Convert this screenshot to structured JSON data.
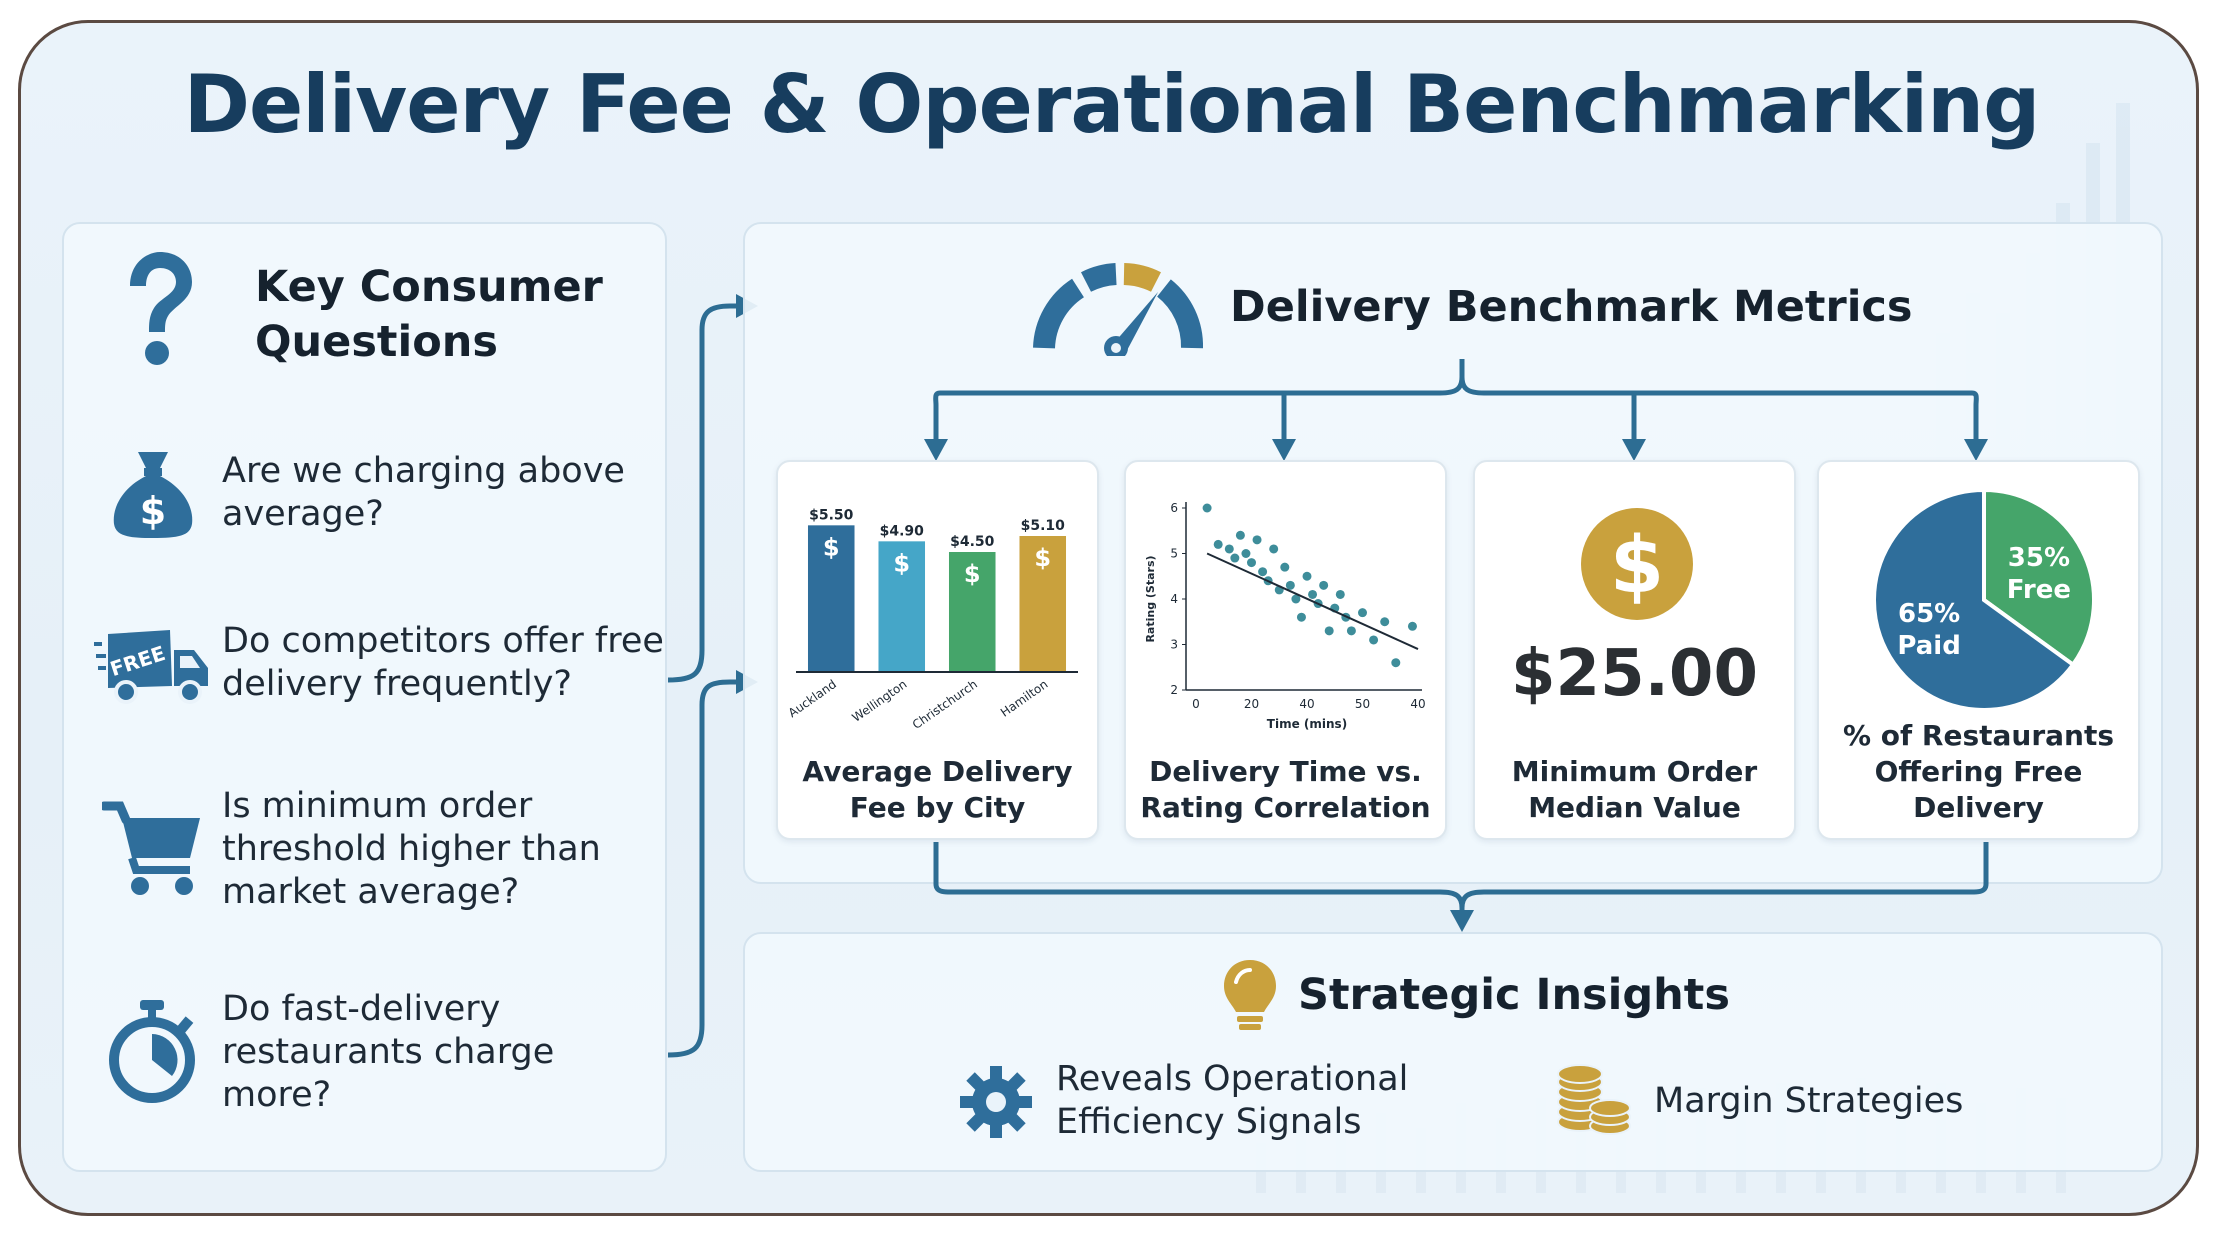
{
  "title": "Delivery Fee & Operational Benchmarking",
  "left_panel": {
    "title_line1": "Key Consumer",
    "title_line2": "Questions",
    "questions": [
      {
        "line1": "Are we charging above",
        "line2": "average?",
        "line3": "",
        "icon": "money-bag-icon"
      },
      {
        "line1": "Do competitors offer free",
        "line2": "delivery frequently?",
        "line3": "",
        "icon": "delivery-truck-icon",
        "icon_text": "FREE"
      },
      {
        "line1": "Is minimum order",
        "line2": "threshold higher than",
        "line3": "market average?",
        "icon": "shopping-cart-icon"
      },
      {
        "line1": "Do fast-delivery",
        "line2": "restaurants charge",
        "line3": "more?",
        "icon": "stopwatch-icon"
      }
    ]
  },
  "metrics": {
    "title": "Delivery Benchmark Metrics",
    "cards": [
      {
        "label_line1": "Average Delivery",
        "label_line2": "Fee by City"
      },
      {
        "label_line1": "Delivery Time vs.",
        "label_line2": "Rating Correlation"
      },
      {
        "label_line1": "Minimum Order",
        "label_line2": "Median Value",
        "value": "$25.00"
      },
      {
        "label_line1": "% of Restaurants",
        "label_line2": "Offering Free Delivery"
      }
    ]
  },
  "insights": {
    "title": "Strategic Insights",
    "items": [
      {
        "line1": "Reveals Operational",
        "line2": "Efficiency Signals",
        "icon": "gear-icon"
      },
      {
        "line1": "Margin Strategies",
        "icon": "coins-icon"
      }
    ]
  },
  "colors": {
    "navy": "#173d5e",
    "blue": "#2f6e9b",
    "teal": "#45a6c8",
    "green": "#45a56a",
    "gold": "#c9a13d",
    "arrow": "#2d6d93"
  },
  "chart_data": [
    {
      "type": "bar",
      "categories": [
        "Auckland",
        "Wellington",
        "Christchurch",
        "Hamilton"
      ],
      "values": [
        5.5,
        4.9,
        4.5,
        5.1
      ],
      "value_labels": [
        "$5.50",
        "$4.90",
        "$4.50",
        "$5.10"
      ],
      "colors": [
        "#2f6e9b",
        "#45a6c8",
        "#45a56a",
        "#c9a13d"
      ],
      "bar_symbol": "$",
      "ylim": [
        0,
        6
      ],
      "title": "Average Delivery Fee by City"
    },
    {
      "type": "scatter",
      "title": "Delivery Time vs. Rating Correlation",
      "xlabel": "Time (mins)",
      "ylabel": "Rating (Stars)",
      "xlim": [
        0,
        40
      ],
      "ylim": [
        2,
        6
      ],
      "xticks": [
        0,
        10,
        20,
        30,
        40
      ],
      "xtick_labels": [
        "0",
        "20",
        "40",
        "50",
        "40"
      ],
      "yticks": [
        2,
        3,
        4,
        5,
        6
      ],
      "points": [
        [
          2,
          6.0
        ],
        [
          4,
          5.2
        ],
        [
          6,
          5.1
        ],
        [
          7,
          4.9
        ],
        [
          8,
          5.4
        ],
        [
          9,
          5.0
        ],
        [
          10,
          4.8
        ],
        [
          11,
          5.3
        ],
        [
          12,
          4.6
        ],
        [
          13,
          4.4
        ],
        [
          14,
          5.1
        ],
        [
          15,
          4.2
        ],
        [
          16,
          4.7
        ],
        [
          17,
          4.3
        ],
        [
          18,
          4.0
        ],
        [
          19,
          3.6
        ],
        [
          20,
          4.5
        ],
        [
          21,
          4.1
        ],
        [
          22,
          3.9
        ],
        [
          23,
          4.3
        ],
        [
          24,
          3.3
        ],
        [
          25,
          3.8
        ],
        [
          26,
          4.1
        ],
        [
          27,
          3.6
        ],
        [
          28,
          3.3
        ],
        [
          30,
          3.7
        ],
        [
          32,
          3.1
        ],
        [
          34,
          3.5
        ],
        [
          36,
          2.6
        ],
        [
          39,
          3.4
        ]
      ],
      "trend": [
        [
          2,
          5.0
        ],
        [
          40,
          2.9
        ]
      ],
      "color": "#3e8d9a"
    },
    {
      "type": "pie",
      "title": "% of Restaurants Offering Free Delivery",
      "slices": [
        {
          "label_line1": "35%",
          "label_line2": "Free",
          "value": 35,
          "color": "#45a56a"
        },
        {
          "label_line1": "65%",
          "label_line2": "Paid",
          "value": 65,
          "color": "#2f6e9b"
        }
      ]
    }
  ]
}
